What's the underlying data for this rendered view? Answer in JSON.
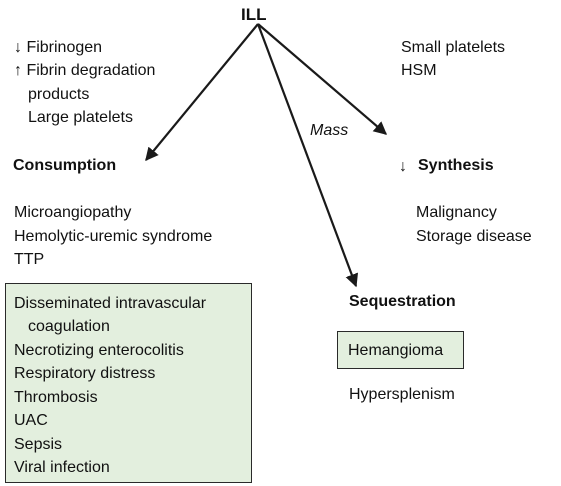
{
  "root": {
    "label": "ILL"
  },
  "left_notes": [
    "↓ Fibrinogen",
    "↑ Fibrin degradation",
    "products",
    "Large platelets"
  ],
  "right_notes": [
    "Small platelets",
    "HSM"
  ],
  "edge_label": "Mass",
  "consumption": {
    "title": "Consumption",
    "causes": [
      "Microangiopathy",
      "Hemolytic-uremic syndrome",
      "TTP"
    ],
    "box_items": [
      "Disseminated intravascular",
      "coagulation",
      "Necrotizing enterocolitis",
      "Respiratory distress",
      "Thrombosis",
      "UAC",
      "Sepsis",
      "Viral infection"
    ]
  },
  "synthesis": {
    "arrow_glyph": "↓",
    "title": "Synthesis",
    "causes": [
      "Malignancy",
      "Storage disease"
    ]
  },
  "sequestration": {
    "title": "Sequestration",
    "box_item": "Hemangioma",
    "cause": "Hypersplenism"
  },
  "colors": {
    "box_fill": "#e3efde",
    "stroke": "#1a1a1a"
  }
}
